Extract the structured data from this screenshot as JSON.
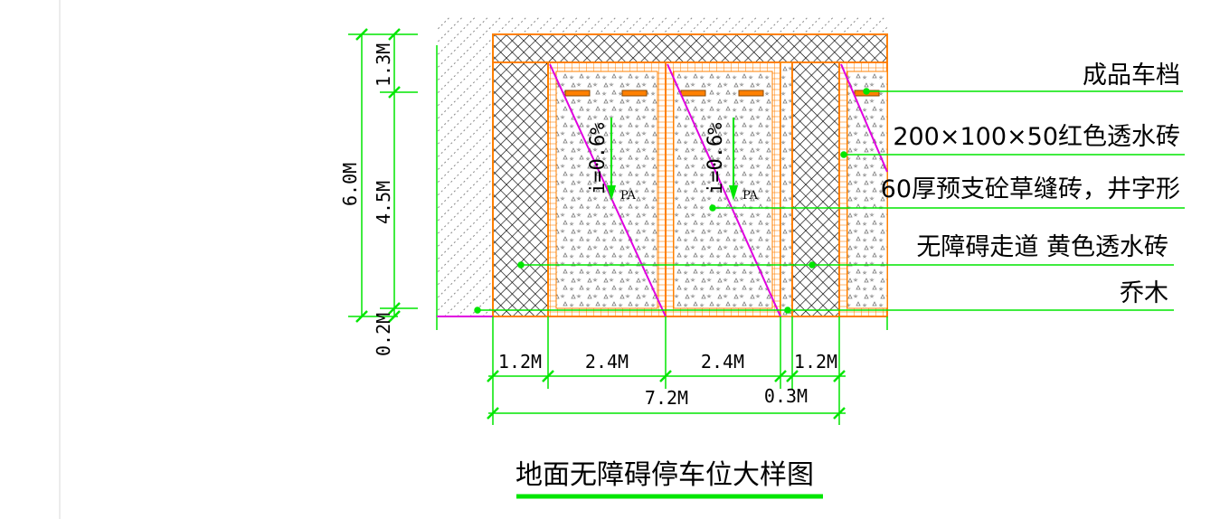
{
  "drawing": {
    "title": "地面无障碍停车位大样图",
    "callouts": [
      {
        "id": "wheel-stop",
        "text": "成品车档"
      },
      {
        "id": "red-paver",
        "text": "200×100×50红色透水砖"
      },
      {
        "id": "grass-paver",
        "text": "60厚预支砼草缝砖，井字形"
      },
      {
        "id": "accessible-path",
        "text": "无障碍走道 黄色透水砖"
      },
      {
        "id": "tree",
        "text": "乔木"
      }
    ],
    "slopes": [
      "i=0.6%",
      "i=0.6%"
    ],
    "slope_marker": "PA",
    "vertical_dims": {
      "total": "6.0M",
      "top": "1.3M",
      "middle": "4.5M",
      "bottom": "0.2M"
    },
    "horizontal_dims": {
      "segments": [
        "1.2M",
        "2.4M",
        "2.4M",
        "1.2M"
      ],
      "gap": "0.3M",
      "total": "7.2M"
    },
    "colors": {
      "dimension": "#00e600",
      "outline": "#ff8000",
      "slope_line": "#e000e0",
      "hatch": "#000000",
      "title_underline": "#00e600"
    }
  }
}
